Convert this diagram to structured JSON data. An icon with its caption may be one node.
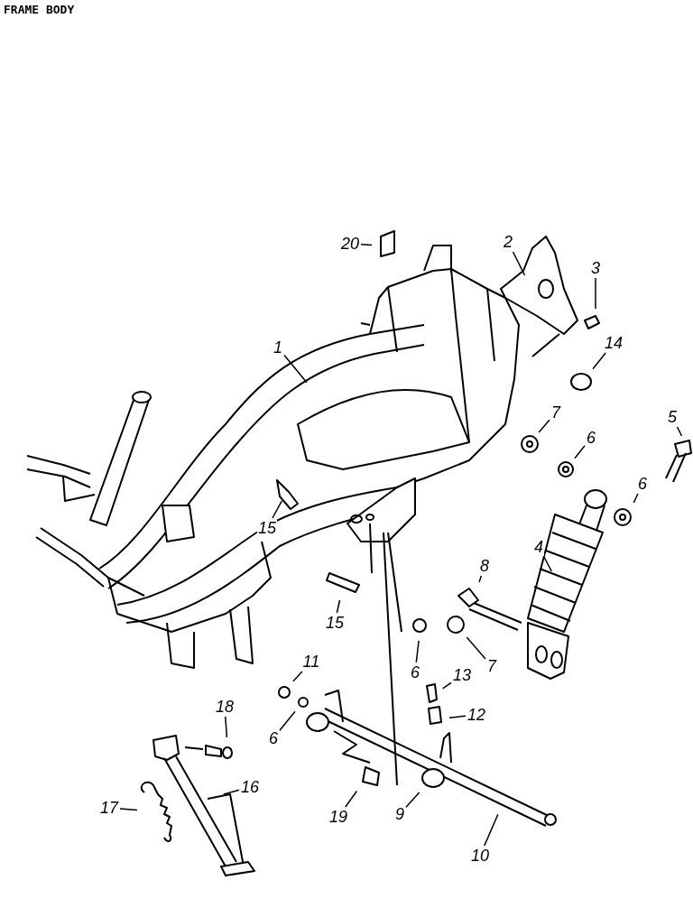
{
  "diagram": {
    "title": "FRAME BODY",
    "nodes": [
      {
        "text": [
          "20"
        ]
      },
      {
        "text": [
          "2"
        ]
      },
      {
        "text": [
          "3"
        ]
      },
      {
        "text": [
          "14"
        ]
      },
      {
        "text": [
          "1"
        ]
      },
      {
        "text": [
          "7"
        ]
      },
      {
        "text": [
          "6"
        ]
      },
      {
        "text": [
          "5"
        ]
      },
      {
        "text": [
          "6"
        ]
      },
      {
        "text": [
          "4"
        ]
      },
      {
        "text": [
          "15"
        ]
      },
      {
        "text": [
          "8"
        ]
      },
      {
        "text": [
          "15"
        ]
      },
      {
        "text": [
          "6"
        ]
      },
      {
        "text": [
          "7"
        ]
      },
      {
        "text": [
          "11"
        ]
      },
      {
        "text": [
          "13"
        ]
      },
      {
        "text": [
          "12"
        ]
      },
      {
        "text": [
          "18"
        ]
      },
      {
        "text": [
          "6"
        ]
      },
      {
        "text": [
          "16"
        ]
      },
      {
        "text": [
          "17"
        ]
      },
      {
        "text": [
          "19"
        ]
      },
      {
        "text": [
          "9"
        ]
      },
      {
        "text": [
          "10"
        ]
      }
    ],
    "edges": [
      {
        "from": 0,
        "to": null,
        "arrow": "none"
      },
      {
        "from": 1,
        "to": null,
        "arrow": "none"
      },
      {
        "from": 2,
        "to": null,
        "arrow": "none"
      },
      {
        "from": 3,
        "to": null,
        "arrow": "none"
      },
      {
        "from": 4,
        "to": null,
        "arrow": "none"
      },
      {
        "from": 5,
        "to": null,
        "arrow": "none"
      },
      {
        "from": 6,
        "to": null,
        "arrow": "none"
      },
      {
        "from": 7,
        "to": null,
        "arrow": "none"
      },
      {
        "from": 8,
        "to": null,
        "arrow": "none"
      },
      {
        "from": 9,
        "to": null,
        "arrow": "none"
      },
      {
        "from": 10,
        "to": null,
        "arrow": "none"
      },
      {
        "from": 11,
        "to": null,
        "arrow": "none"
      },
      {
        "from": 12,
        "to": null,
        "arrow": "none"
      },
      {
        "from": 13,
        "to": null,
        "arrow": "none"
      },
      {
        "from": 14,
        "to": null,
        "arrow": "none"
      },
      {
        "from": 15,
        "to": null,
        "arrow": "none"
      },
      {
        "from": 16,
        "to": null,
        "arrow": "none"
      },
      {
        "from": 17,
        "to": null,
        "arrow": "none"
      },
      {
        "from": 18,
        "to": null,
        "arrow": "none"
      },
      {
        "from": 19,
        "to": null,
        "arrow": "none"
      },
      {
        "from": 20,
        "to": null,
        "arrow": "none"
      },
      {
        "from": 21,
        "to": null,
        "arrow": "none"
      },
      {
        "from": 22,
        "to": null,
        "arrow": "none"
      },
      {
        "from": 23,
        "to": null,
        "arrow": "none"
      },
      {
        "from": 24,
        "to": null,
        "arrow": "none"
      }
    ]
  }
}
